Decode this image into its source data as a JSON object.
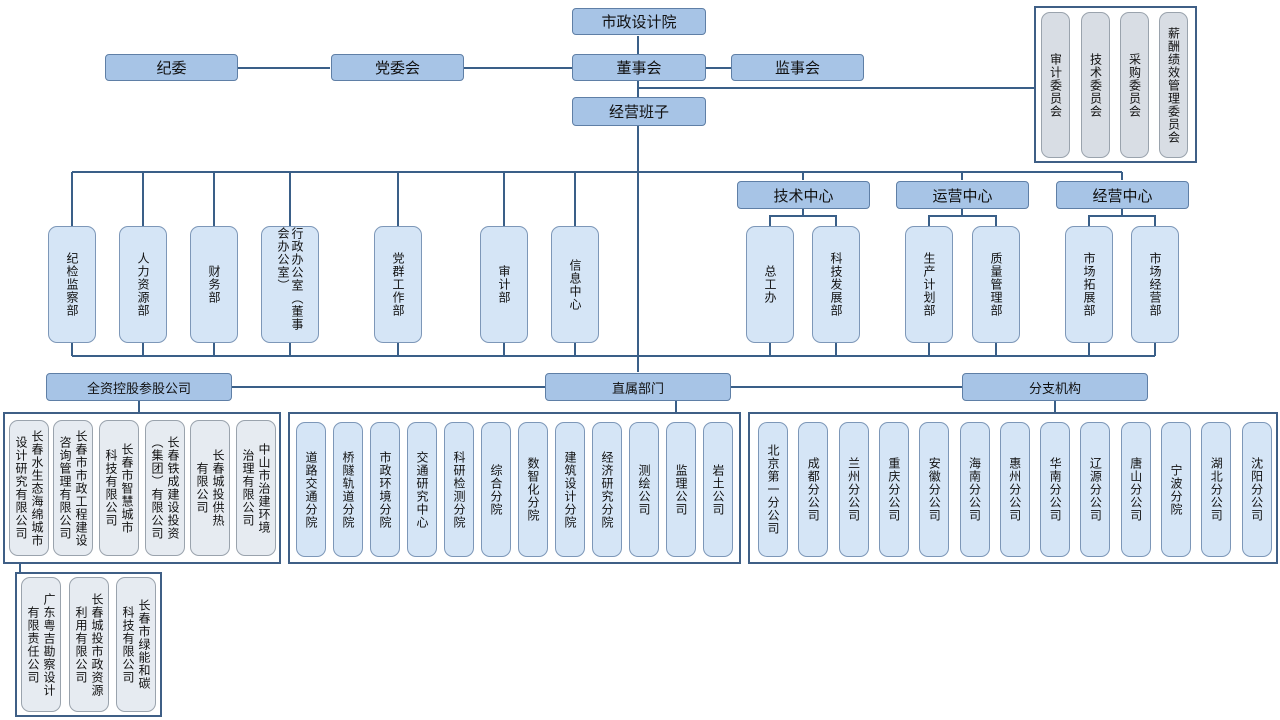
{
  "top": {
    "root": "市政设计院",
    "board": "董事会",
    "discipline": "纪委",
    "party": "党委会",
    "supervisors": "监事会",
    "management": "经营班子"
  },
  "committees": [
    "审计委员会",
    "技术委员会",
    "采购委员会",
    "薪酬绩效管理委员会"
  ],
  "centers": {
    "tech": "技术中心",
    "ops": "运营中心",
    "biz": "经营中心"
  },
  "departments": [
    "纪检监察部",
    "人力资源部",
    "财务部",
    "行政办公室（董事会办公室）",
    "党群工作部",
    "审计部",
    "信息中心"
  ],
  "tech_depts": [
    "总工办",
    "科技发展部"
  ],
  "ops_depts": [
    "生产计划部",
    "质量管理部"
  ],
  "biz_depts": [
    "市场拓展部",
    "市场经营部"
  ],
  "groups": {
    "subsidiaries": "全资控股参股公司",
    "direct": "直属部门",
    "branches": "分支机构"
  },
  "subsidiaries": [
    [
      "长春水生态海绵城市",
      "设计研究有限公司"
    ],
    [
      "长春市市政工程建设",
      "咨询管理有限公司"
    ],
    [
      "长春市智慧城市",
      "科技有限公司"
    ],
    [
      "长春铁成建设投资",
      "（集团）有限公司"
    ],
    [
      "长春城投供热",
      "有限公司"
    ],
    [
      "中山市治建环境",
      "治理有限公司"
    ]
  ],
  "subsidiaries2": [
    [
      "广东粤吉勘察设计",
      "有限责任公司"
    ],
    [
      "长春城投市政资源",
      "利用有限公司"
    ],
    [
      "长春市绿能和碳",
      "科技有限公司"
    ]
  ],
  "direct_units": [
    "道路交通分院",
    "桥隧轨道分院",
    "市政环境分院",
    "交通研究中心",
    "科研检测分院",
    "综合分院",
    "数智化分院",
    "建筑设计分院",
    "经济研究分院",
    "测绘公司",
    "监理公司",
    "岩土公司"
  ],
  "branches": [
    "北京第一分公司",
    "成都分公司",
    "兰州分公司",
    "重庆分公司",
    "安徽分公司",
    "海南分公司",
    "惠州分公司",
    "华南分公司",
    "辽源分公司",
    "唐山分公司",
    "宁波分院",
    "湖北分公司",
    "沈阳分公司"
  ]
}
